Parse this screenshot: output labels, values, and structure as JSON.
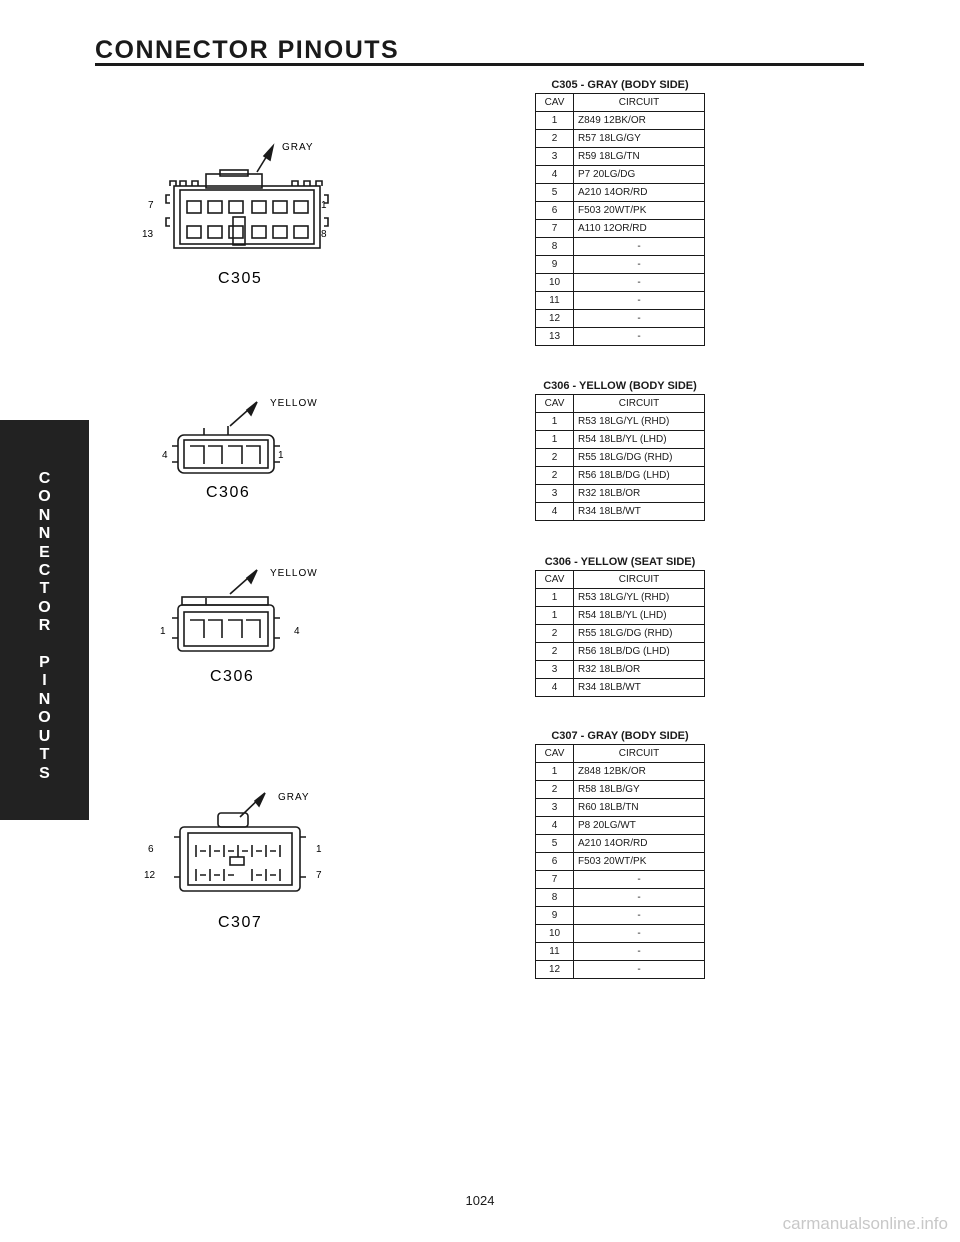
{
  "header": {
    "title": "CONNECTOR PINOUTS"
  },
  "side_tab": {
    "text": "C\nO\nN\nN\nE\nC\nT\nO\nR\n \nP\nI\nN\nO\nU\nT\nS"
  },
  "columns": {
    "cav": "CAV",
    "circuit": "CIRCUIT"
  },
  "connectors": [
    {
      "title": "C305 - GRAY (BODY SIDE)",
      "diagram": {
        "name": "C305",
        "color_label": "GRAY",
        "pin_labels": [
          "7",
          "1",
          "13",
          "8"
        ]
      },
      "rows": [
        {
          "cav": "1",
          "circuit": "Z849 12BK/OR"
        },
        {
          "cav": "2",
          "circuit": "R57 18LG/GY"
        },
        {
          "cav": "3",
          "circuit": "R59 18LG/TN"
        },
        {
          "cav": "4",
          "circuit": "P7 20LG/DG"
        },
        {
          "cav": "5",
          "circuit": "A210 14OR/RD"
        },
        {
          "cav": "6",
          "circuit": "F503 20WT/PK"
        },
        {
          "cav": "7",
          "circuit": "A110 12OR/RD"
        },
        {
          "cav": "8",
          "circuit": "-"
        },
        {
          "cav": "9",
          "circuit": "-"
        },
        {
          "cav": "10",
          "circuit": "-"
        },
        {
          "cav": "11",
          "circuit": "-"
        },
        {
          "cav": "12",
          "circuit": "-"
        },
        {
          "cav": "13",
          "circuit": "-"
        }
      ]
    },
    {
      "title": "C306 - YELLOW (BODY SIDE)",
      "diagram": {
        "name": "C306",
        "color_label": "YELLOW",
        "pin_labels": [
          "4",
          "1"
        ]
      },
      "rows": [
        {
          "cav": "1",
          "circuit": "R53 18LG/YL (RHD)"
        },
        {
          "cav": "1",
          "circuit": "R54 18LB/YL (LHD)"
        },
        {
          "cav": "2",
          "circuit": "R55 18LG/DG (RHD)"
        },
        {
          "cav": "2",
          "circuit": "R56 18LB/DG (LHD)"
        },
        {
          "cav": "3",
          "circuit": "R32 18LB/OR"
        },
        {
          "cav": "4",
          "circuit": "R34 18LB/WT"
        }
      ]
    },
    {
      "title": "C306 - YELLOW (SEAT SIDE)",
      "diagram": {
        "name": "C306",
        "color_label": "YELLOW",
        "pin_labels": [
          "1",
          "4"
        ]
      },
      "rows": [
        {
          "cav": "1",
          "circuit": "R53 18LG/YL (RHD)"
        },
        {
          "cav": "1",
          "circuit": "R54 18LB/YL (LHD)"
        },
        {
          "cav": "2",
          "circuit": "R55 18LG/DG (RHD)"
        },
        {
          "cav": "2",
          "circuit": "R56 18LB/DG (LHD)"
        },
        {
          "cav": "3",
          "circuit": "R32 18LB/OR"
        },
        {
          "cav": "4",
          "circuit": "R34 18LB/WT"
        }
      ]
    },
    {
      "title": "C307 - GRAY (BODY SIDE)",
      "diagram": {
        "name": "C307",
        "color_label": "GRAY",
        "pin_labels": [
          "6",
          "1",
          "12",
          "7"
        ]
      },
      "rows": [
        {
          "cav": "1",
          "circuit": "Z848 12BK/OR"
        },
        {
          "cav": "2",
          "circuit": "R58 18LB/GY"
        },
        {
          "cav": "3",
          "circuit": "R60 18LB/TN"
        },
        {
          "cav": "4",
          "circuit": "P8 20LG/WT"
        },
        {
          "cav": "5",
          "circuit": "A210 14OR/RD"
        },
        {
          "cav": "6",
          "circuit": "F503 20WT/PK"
        },
        {
          "cav": "7",
          "circuit": "-"
        },
        {
          "cav": "8",
          "circuit": "-"
        },
        {
          "cav": "9",
          "circuit": "-"
        },
        {
          "cav": "10",
          "circuit": "-"
        },
        {
          "cav": "11",
          "circuit": "-"
        },
        {
          "cav": "12",
          "circuit": "-"
        }
      ]
    }
  ],
  "footer": {
    "page_number": "1024",
    "watermark": "carmanualsonline.info"
  }
}
